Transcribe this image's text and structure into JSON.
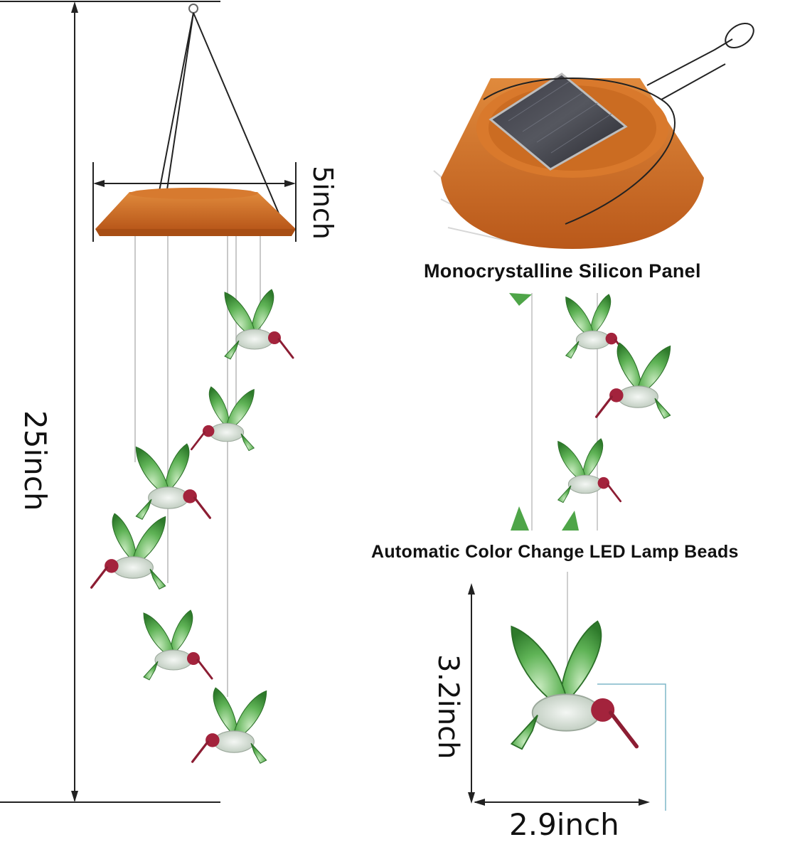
{
  "annotations": {
    "total_height": "25inch",
    "top_width": "5inch",
    "panel_caption": "Monocrystalline Silicon Panel",
    "led_caption": "Automatic Color Change LED Lamp Beads",
    "bird_height": "3.2inch",
    "bird_width": "2.9inch"
  },
  "colors": {
    "base": "#c9651e",
    "base_dark": "#8e4310",
    "wing_green": "#3f9a3b",
    "wing_light": "#a9d9a0",
    "beak_red": "#9a1f36",
    "dim_line": "#222222",
    "guide_line": "#7fb7c9"
  },
  "icons": {
    "product_left": "hummingbird-wind-chime-image",
    "solar_panel": "solar-panel-image",
    "bird_closeup": "hummingbird-closeup-image"
  }
}
